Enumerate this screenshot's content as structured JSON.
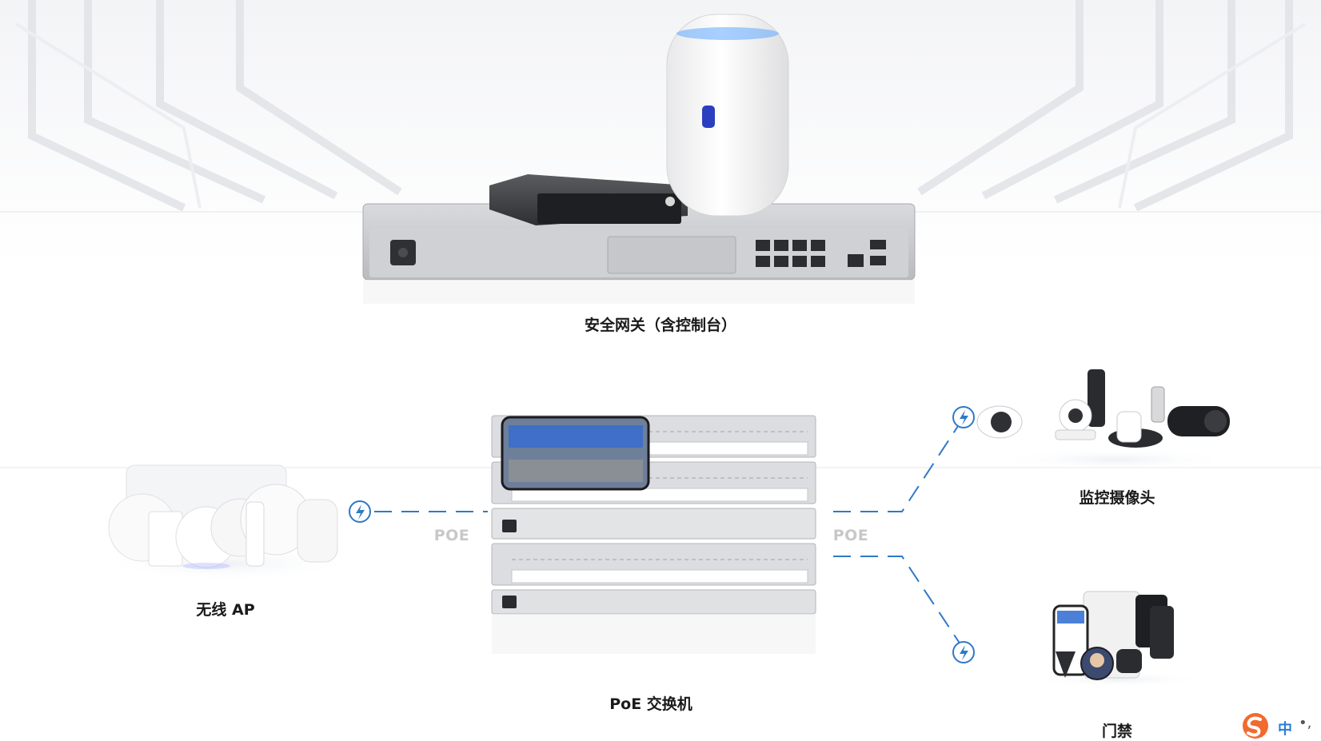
{
  "nodes": {
    "gateway": "安全网关（含控制台）",
    "ap": "无线 AP",
    "switch": "PoE 交换机",
    "camera": "监控摄像头",
    "access": "门禁"
  },
  "links": {
    "left_poe": "POE",
    "right_poe": "POE"
  },
  "ime": {
    "mode": "中",
    "punct": "•,"
  },
  "colors": {
    "accent": "#2a7bd8",
    "link_line": "#2f79c8",
    "poe_text": "#c8c8c8",
    "ime_logo": "#f26a2e"
  }
}
